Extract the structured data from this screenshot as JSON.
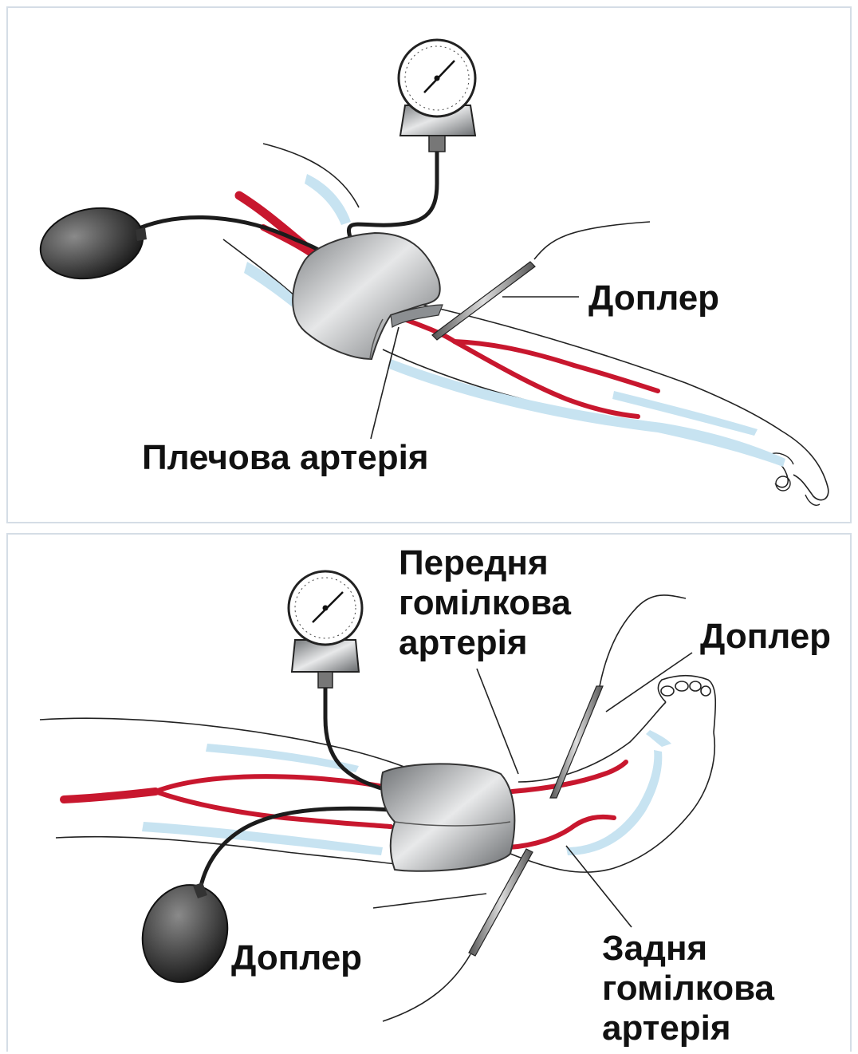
{
  "colors": {
    "artery": "#c8172e",
    "skin_shadow": "#c7e3f1",
    "cuff": "#a9abad",
    "outline": "#222222",
    "panel_border": "#d5dde6"
  },
  "top_panel": {
    "doppler_label": "Доплер",
    "artery_label": "Плечова артерія"
  },
  "bottom_panel": {
    "anterior_label_line1": "Передня",
    "anterior_label_line2": "гомілкова",
    "anterior_label_line3": "артерія",
    "doppler_right_label": "Доплер",
    "doppler_left_label": "Доплер",
    "posterior_label_line1": "Задня",
    "posterior_label_line2": "гомілкова",
    "posterior_label_line3": "артерія"
  }
}
